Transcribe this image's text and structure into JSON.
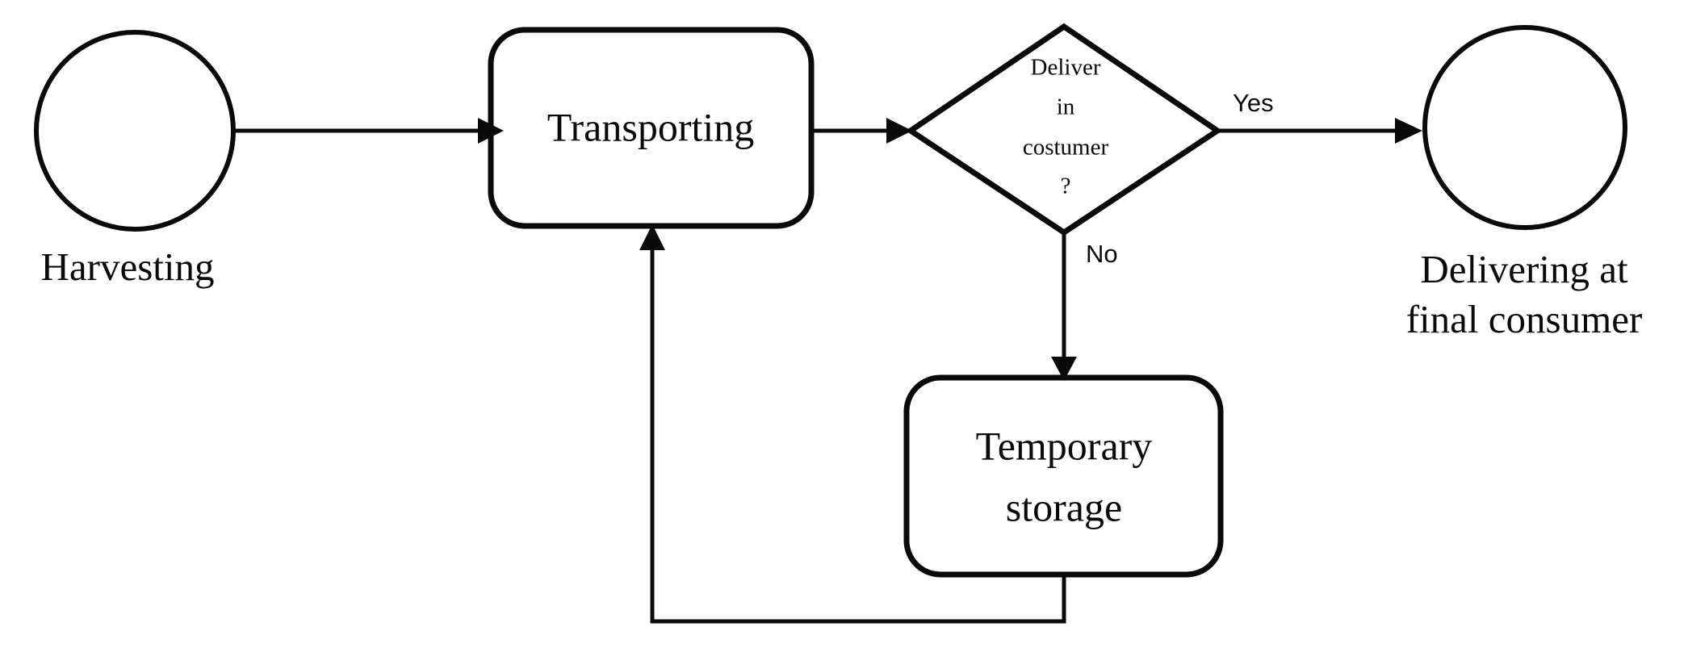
{
  "diagram": {
    "type": "flowchart",
    "title": "",
    "background_color": "#ffffff",
    "stroke_color": "#0a0a0a",
    "nodes": {
      "harvesting": {
        "shape": "circle",
        "label": "Harvesting",
        "label_position": "below"
      },
      "transporting": {
        "shape": "rounded-rectangle",
        "label": "Transporting"
      },
      "decision": {
        "shape": "diamond",
        "line1": "Deliver",
        "line2": "in",
        "line3": "costumer",
        "line4": "?"
      },
      "delivering": {
        "shape": "circle",
        "label_line1": "Delivering at",
        "label_line2": "final consumer",
        "label_position": "below"
      },
      "temporary_storage": {
        "shape": "rounded-rectangle",
        "label_line1": "Temporary",
        "label_line2": "storage"
      }
    },
    "edges": {
      "harvesting_to_transporting": {
        "label": ""
      },
      "transporting_to_decision": {
        "label": ""
      },
      "decision_to_delivering": {
        "label": "Yes"
      },
      "decision_to_storage": {
        "label": "No"
      },
      "storage_to_transporting": {
        "label": ""
      }
    }
  }
}
